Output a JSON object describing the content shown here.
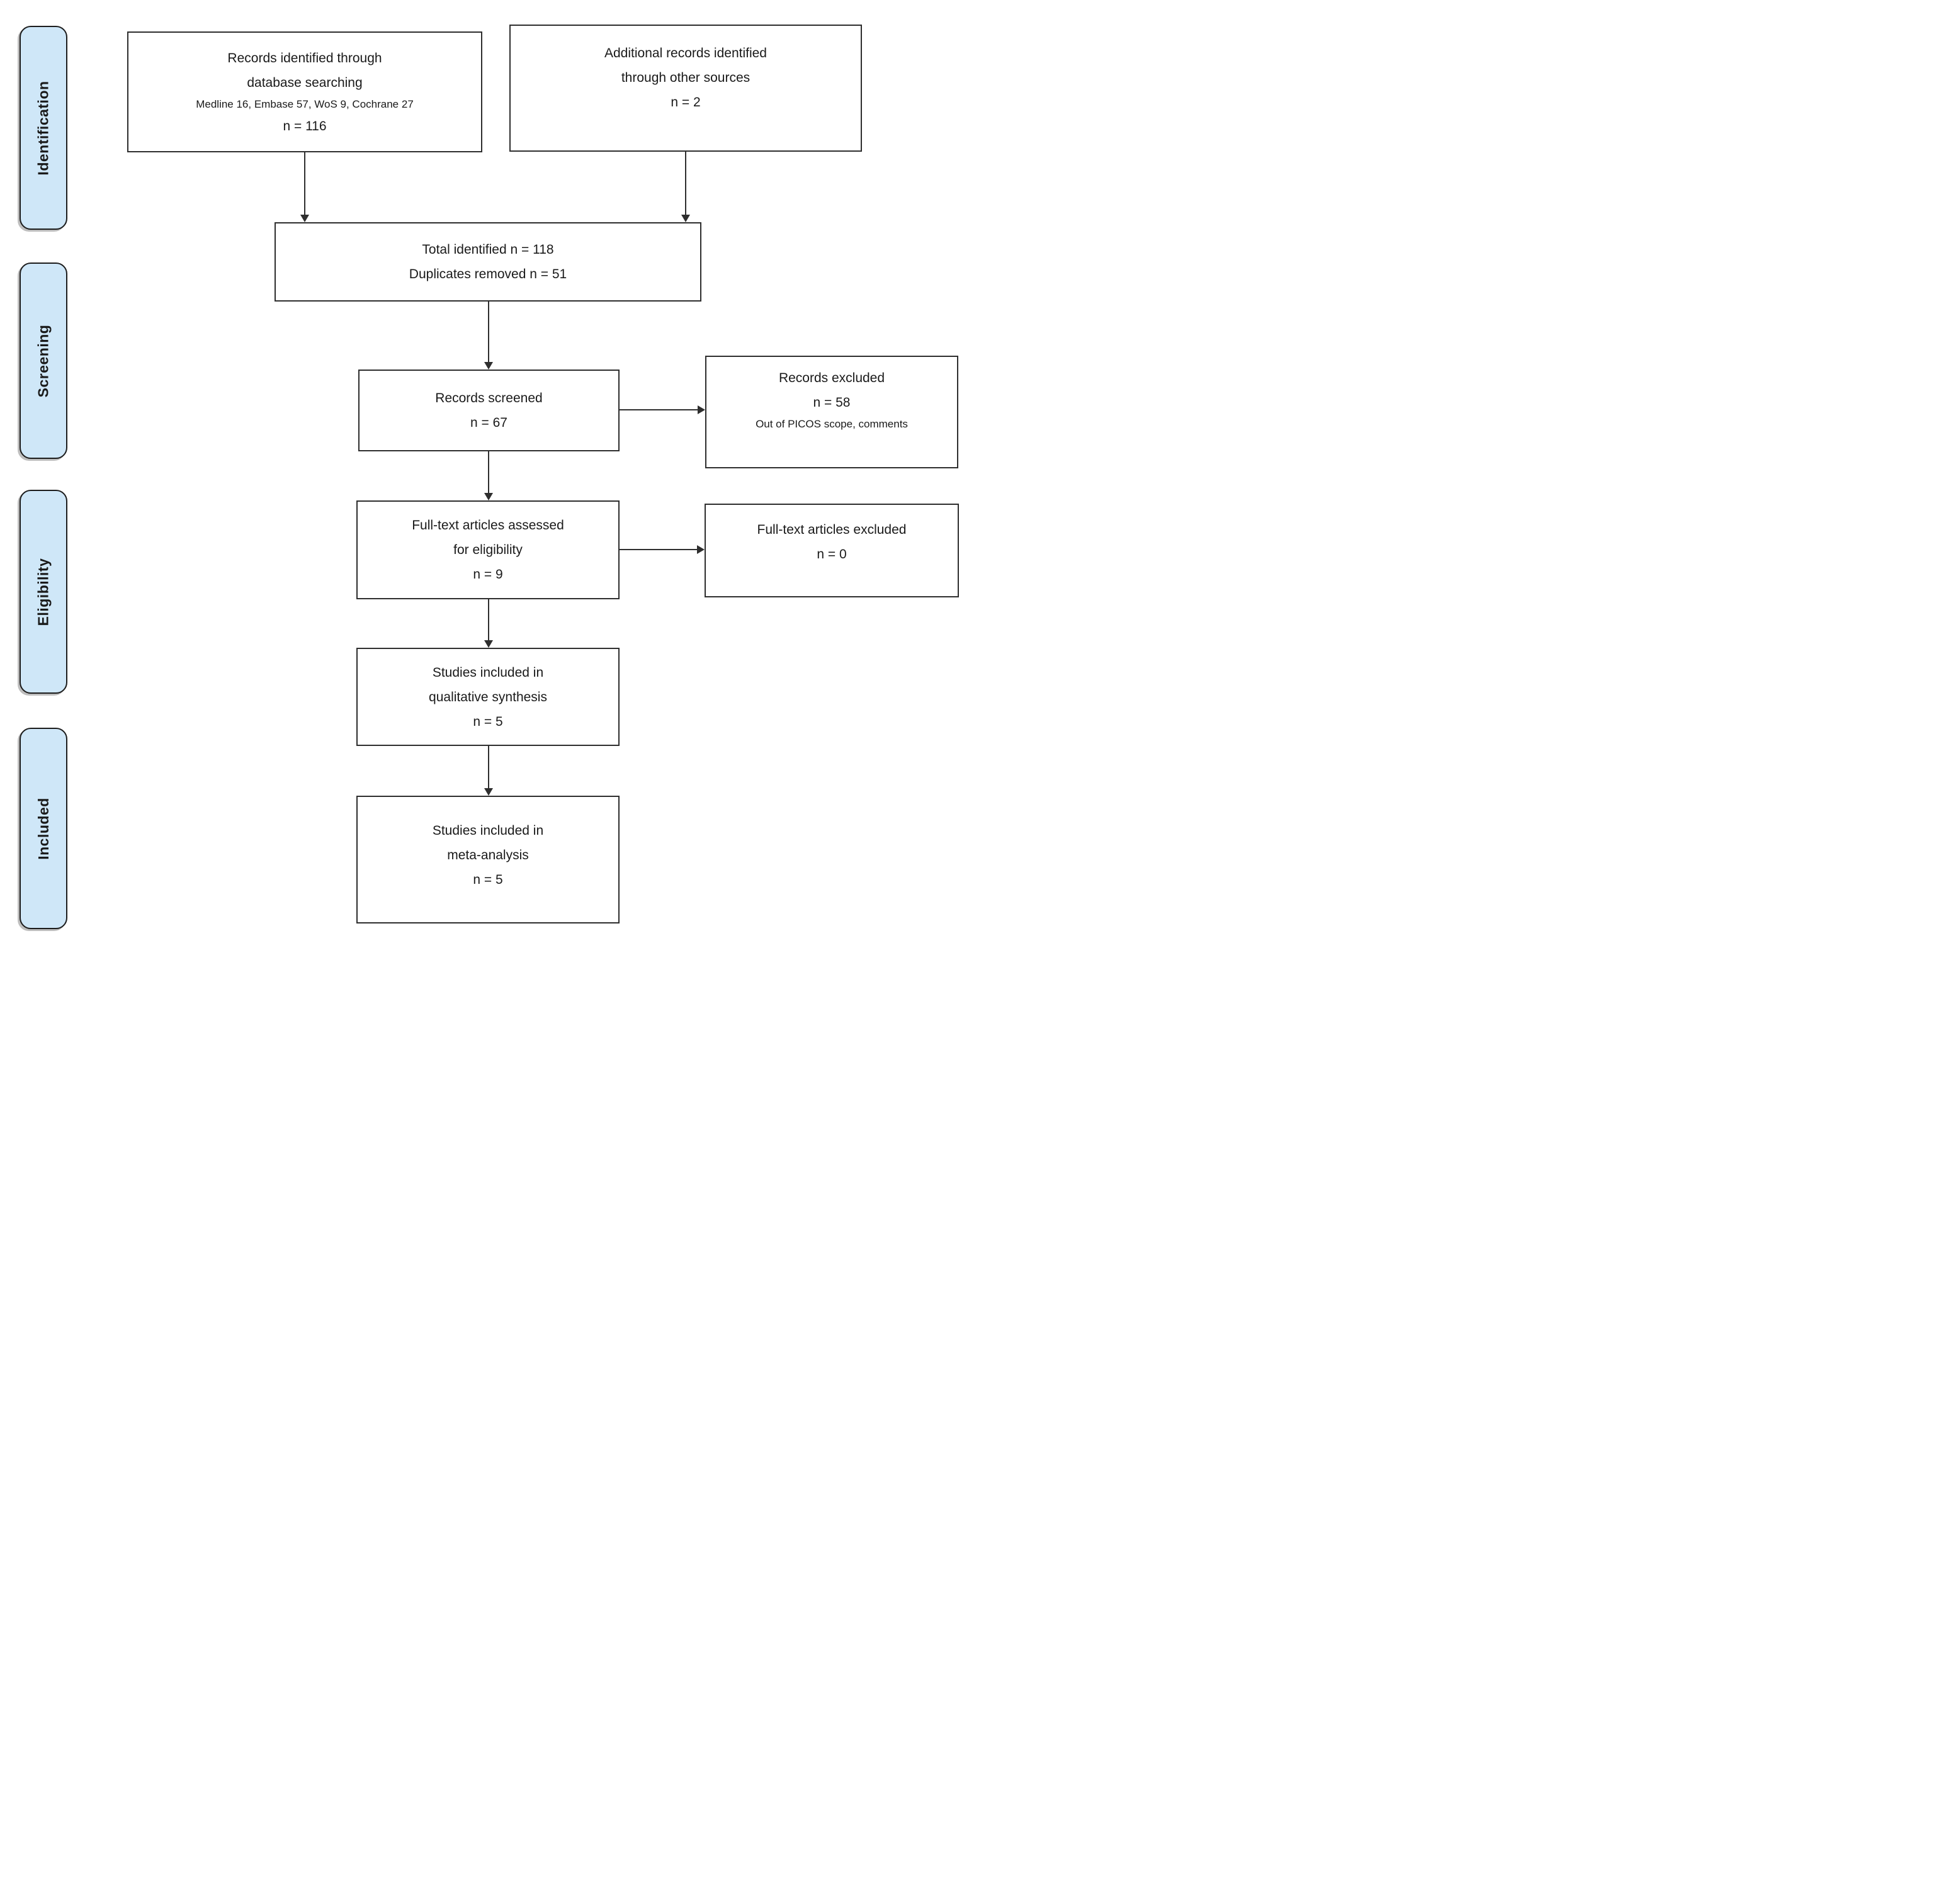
{
  "diagram": {
    "type": "prisma-flowchart",
    "stages": [
      {
        "label": "Identification"
      },
      {
        "label": "Screening"
      },
      {
        "label": "Eligibility"
      },
      {
        "label": "Included"
      }
    ],
    "boxes": {
      "records_db": {
        "title_line1": "Records identified through",
        "title_line2": "database searching",
        "subtitle": "Medline 16, Embase 57, WoS 9, Cochrane 27",
        "count": "n = 116"
      },
      "other_sources": {
        "title_line1": "Additional records identified",
        "title_line2": "through other sources",
        "count": "n = 2"
      },
      "total": {
        "line1": "Total identified n = 118",
        "line2": "Duplicates removed n = 51"
      },
      "screened": {
        "title": "Records screened",
        "count": "n = 67"
      },
      "records_excluded": {
        "title": "Records excluded",
        "count": "n = 58",
        "subtitle": "Out of PICOS scope, comments"
      },
      "fulltext_assessed": {
        "title_line1": "Full-text articles assessed",
        "title_line2": "for eligibility",
        "count": "n = 9"
      },
      "fulltext_excluded": {
        "title": "Full-text articles excluded",
        "count": "n = 0"
      },
      "qualitative": {
        "title_line1": "Studies included in",
        "title_line2": "qualitative synthesis",
        "count": "n = 5"
      },
      "meta_analysis": {
        "title_line1": "Studies included in",
        "title_line2": "meta-analysis",
        "count": "n = 5"
      }
    },
    "colors": {
      "stage_fill": "#cfe7f8",
      "stage_border": "#1c1c1c",
      "box_border": "#2e2e2e",
      "arrow": "#2e2e2e",
      "text": "#1a1a1a"
    }
  }
}
